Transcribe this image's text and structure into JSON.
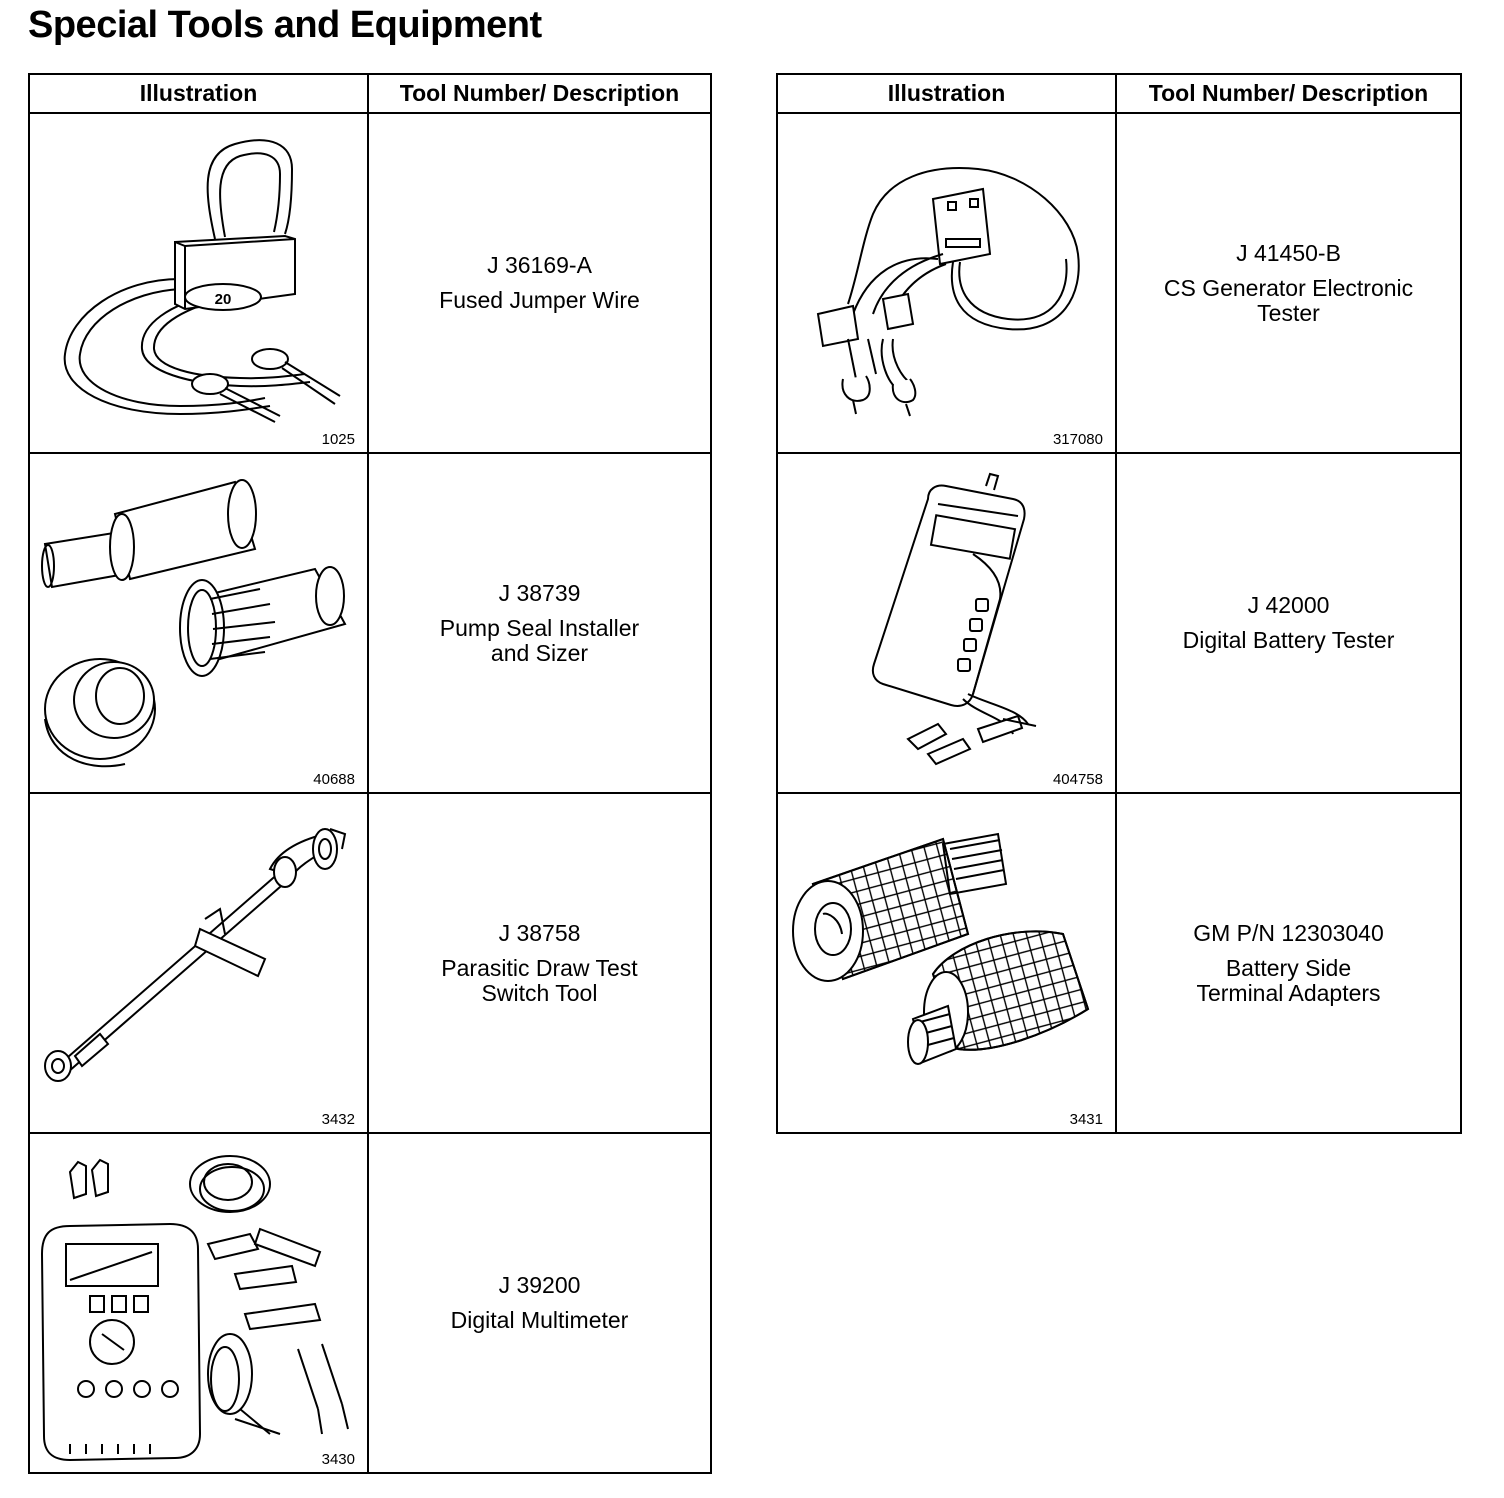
{
  "page": {
    "title": "Special Tools and Equipment"
  },
  "table_headers": {
    "illustration": "Illustration",
    "tool_description": "Tool Number/ Description"
  },
  "tools_left": [
    {
      "figure_number": "1025",
      "tool_number": "J 36169-A",
      "description": "Fused Jumper Wire",
      "fuse_label": "20",
      "icon": "fused-jumper-wire-icon"
    },
    {
      "figure_number": "40688",
      "tool_number": "J 38739",
      "description": "Pump Seal Installer\nand Sizer",
      "icon": "pump-seal-installer-icon"
    },
    {
      "figure_number": "3432",
      "tool_number": "J 38758",
      "description": "Parasitic Draw Test\nSwitch Tool",
      "icon": "parasitic-draw-switch-icon"
    },
    {
      "figure_number": "3430",
      "tool_number": "J 39200",
      "description": "Digital Multimeter",
      "icon": "digital-multimeter-icon"
    }
  ],
  "tools_right": [
    {
      "figure_number": "317080",
      "tool_number": "J 41450-B",
      "description": "CS Generator Electronic\nTester",
      "icon": "cs-generator-tester-icon"
    },
    {
      "figure_number": "404758",
      "tool_number": "J 42000",
      "description": "Digital Battery Tester",
      "icon": "digital-battery-tester-icon"
    },
    {
      "figure_number": "3431",
      "tool_number": "GM P/N 12303040",
      "description": "Battery Side\nTerminal Adapters",
      "icon": "terminal-adapters-icon"
    }
  ]
}
